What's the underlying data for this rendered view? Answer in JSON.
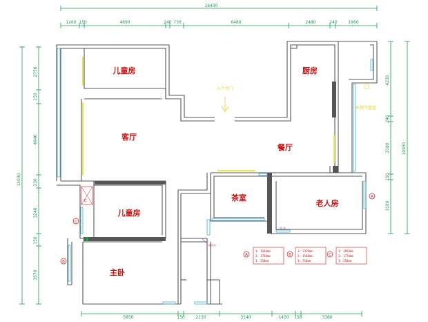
{
  "dimensions": {
    "top_total": "16450",
    "top": [
      "1260",
      "150",
      "4690",
      "240",
      "730",
      "6480",
      "2480",
      "240",
      "1960"
    ],
    "bottom": [
      "5850",
      "150",
      "2130",
      "3140",
      "1450",
      "150",
      "3380"
    ],
    "left_total": "15030",
    "left": [
      "2750",
      "150",
      "4940",
      "230",
      "3240",
      "150",
      "3570"
    ],
    "right_total": "10930",
    "right": [
      "4230",
      "240",
      "3180",
      "150",
      "3180"
    ]
  },
  "rooms": {
    "kids_room_top": "儿童房",
    "living_room": "客厅",
    "dining_room": "餐厅",
    "kitchen": "厨房",
    "tea_room": "茶室",
    "elderly_room": "老人房",
    "kids_room_bottom": "儿童房",
    "master_bedroom": "主卧"
  },
  "notes": {
    "entrance": "入户大门",
    "gas_pipe": "天然气管道"
  },
  "markers": {
    "a": "A",
    "b": "B",
    "c": "C",
    "c_inner": "C"
  },
  "legend": [
    {
      "letter": "A",
      "lines": [
        "1: 1560mm",
        "2: 1790mm",
        "3: 550mm"
      ]
    },
    {
      "letter": "B",
      "lines": [
        "1: 2250mm",
        "2: 1580mm",
        "3: 550mm"
      ]
    },
    {
      "letter": "C",
      "lines": [
        "1: 1950mm",
        "2: 1770mm",
        "3: 550mm"
      ]
    }
  ]
}
